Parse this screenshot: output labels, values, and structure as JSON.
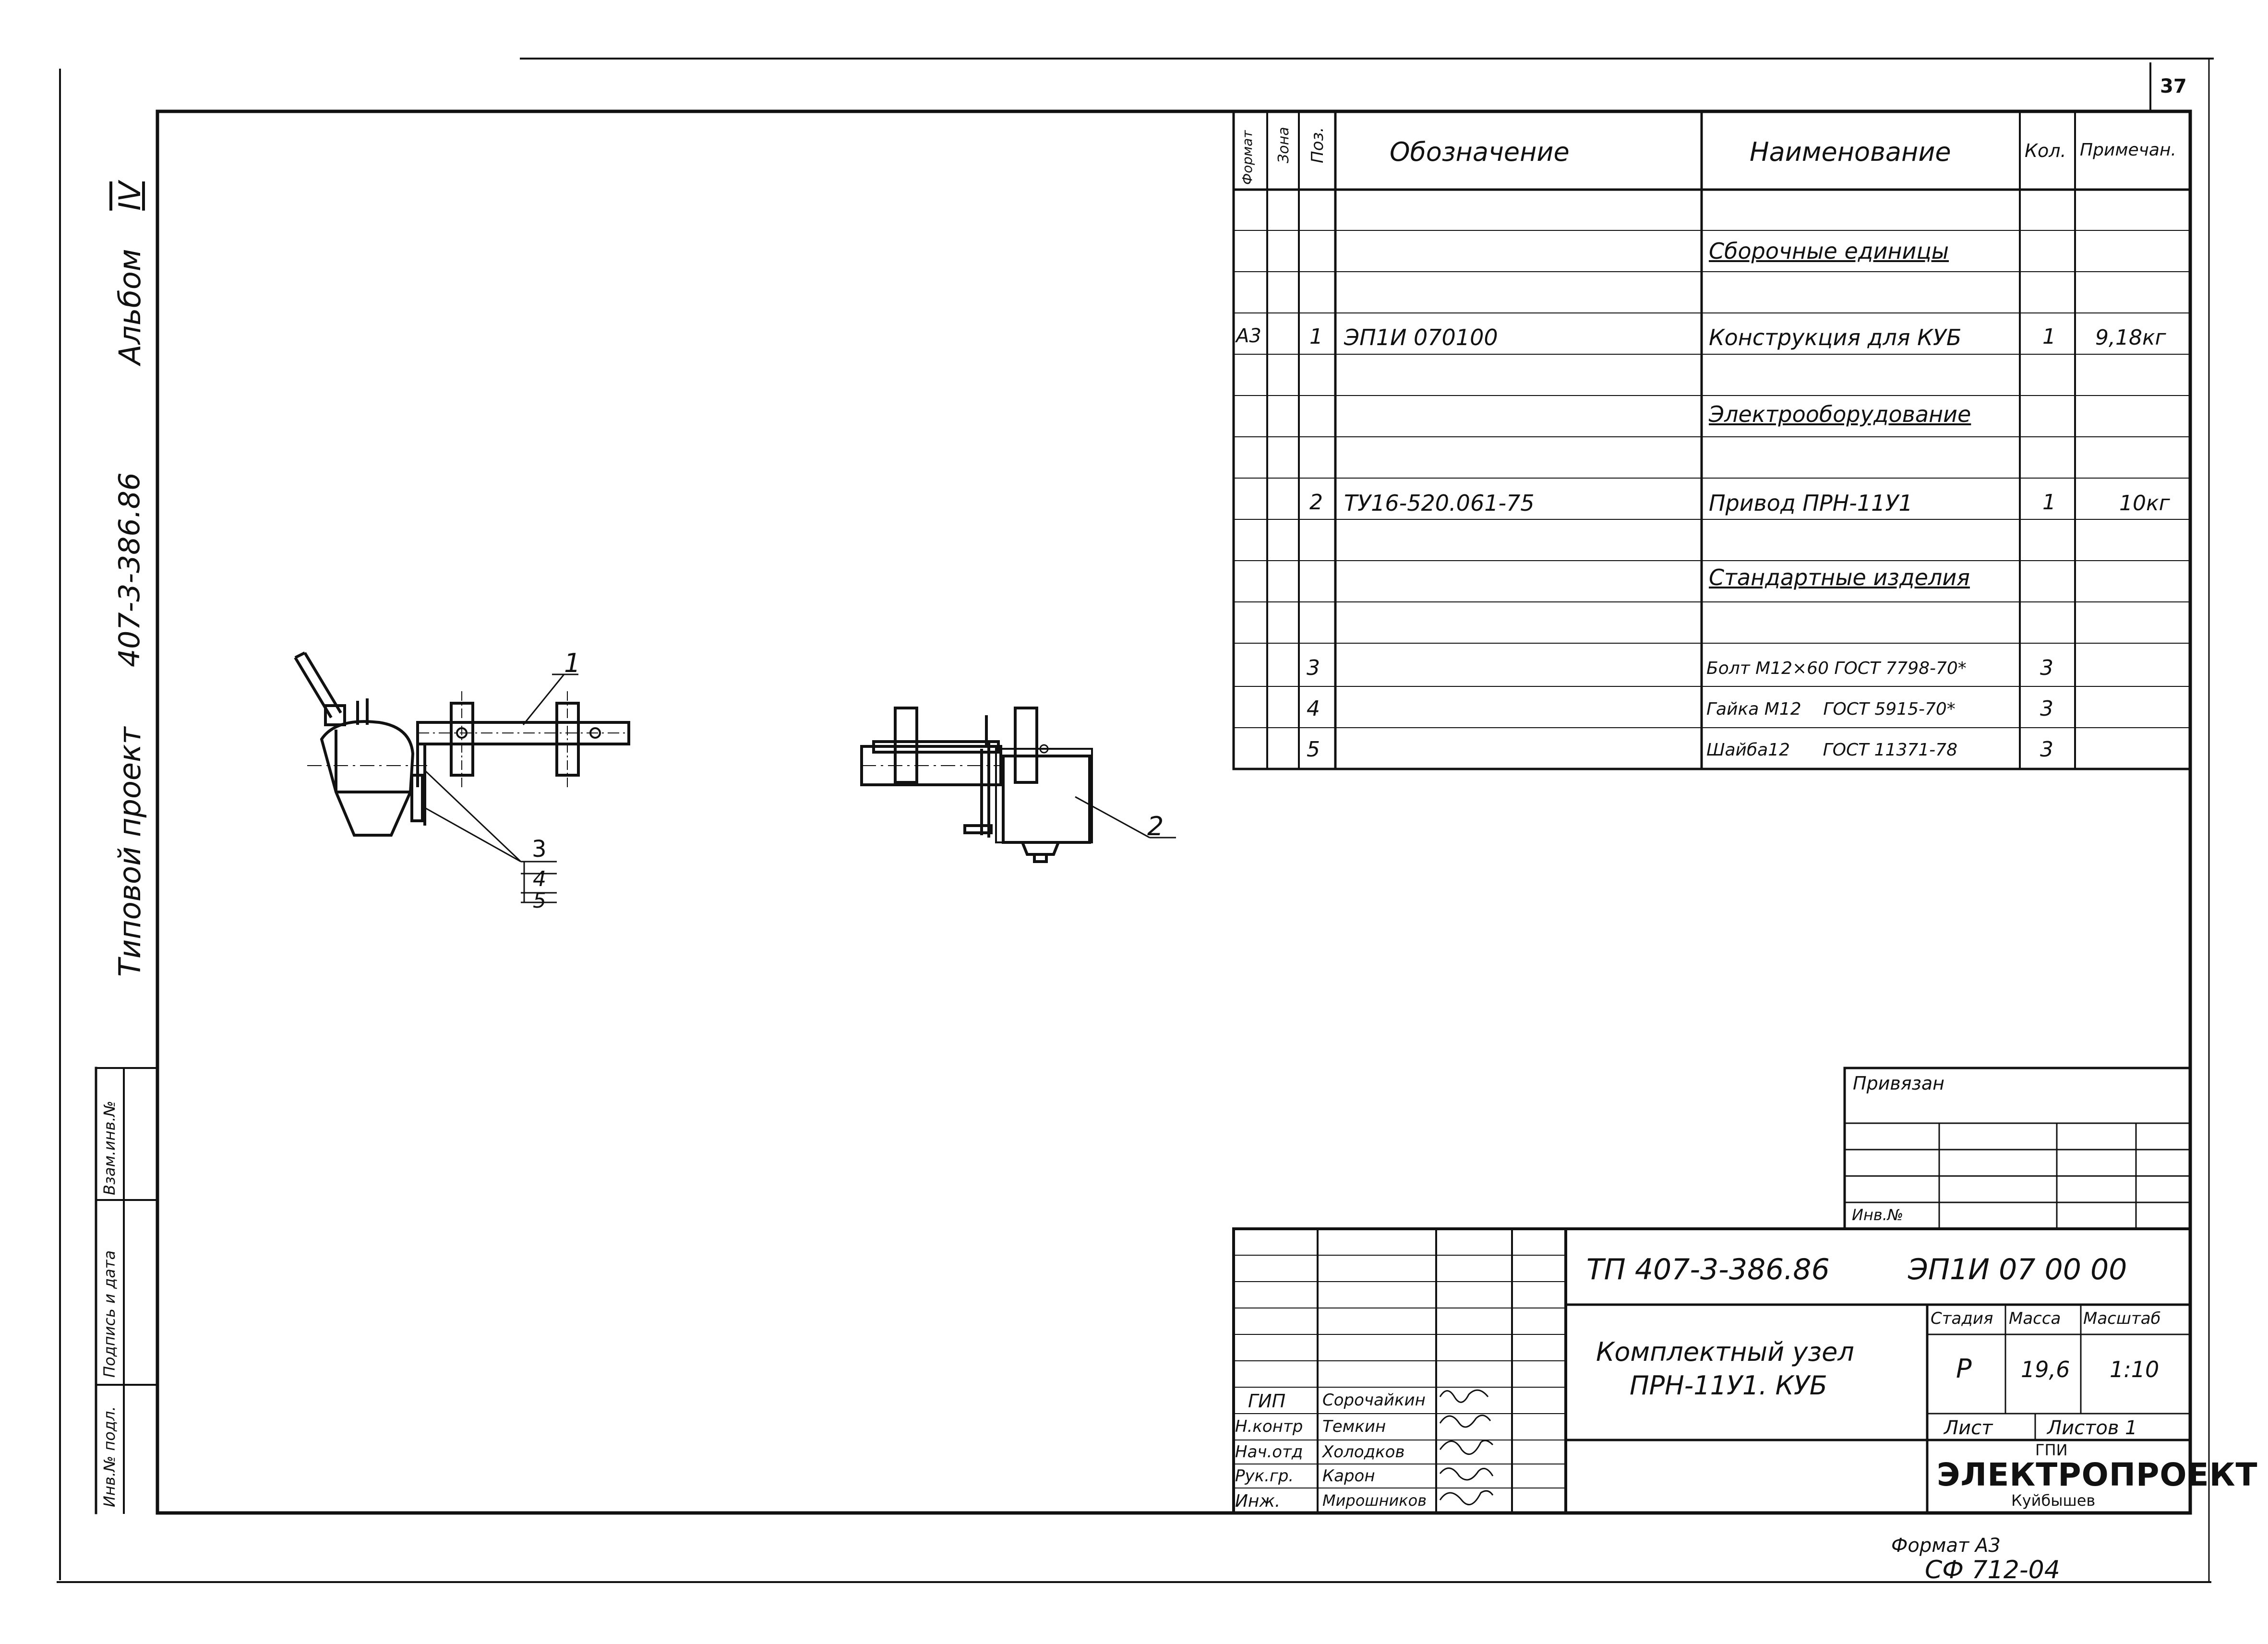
{
  "sheet_number": "37",
  "side_stamp": {
    "album": "Альбом",
    "album_number": "IV",
    "project_code": "407-3-386.86",
    "project_type": "Типовой проект",
    "field_inv_orig": "Инв.№ подл.",
    "field_sign_date": "Подпись и дата",
    "field_replace_inv": "Взам.инв.№"
  },
  "spec_table": {
    "headers": {
      "format": "Формат",
      "zone": "Зона",
      "pos": "Поз.",
      "designation": "Обозначение",
      "name": "Наименование",
      "qty": "Кол.",
      "note": "Примечан."
    },
    "rows": [
      {
        "format": "",
        "pos": "",
        "designation": "",
        "name": "Сборочные единицы",
        "qty": "",
        "note": "",
        "section": true
      },
      {
        "format": "A3",
        "pos": "1",
        "designation": "ЭП1И 070100",
        "name": "Конструкция для КУБ",
        "qty": "1",
        "note": "9,18кг",
        "section": false
      },
      {
        "format": "",
        "pos": "",
        "designation": "",
        "name": "Электрооборудование",
        "qty": "",
        "note": "",
        "section": true
      },
      {
        "format": "",
        "pos": "2",
        "designation": "ТУ16-520.061-75",
        "name": "Привод ПРН-11У1",
        "qty": "1",
        "note": "10кг",
        "section": false
      },
      {
        "format": "",
        "pos": "",
        "designation": "",
        "name": "Стандартные изделия",
        "qty": "",
        "note": "",
        "section": true
      },
      {
        "format": "",
        "pos": "3",
        "designation": "",
        "name": "Болт М12×60 ГОСТ 7798-70*",
        "qty": "3",
        "note": "",
        "section": false
      },
      {
        "format": "",
        "pos": "4",
        "designation": "",
        "name": "Гайка М12    ГОСТ 5915-70*",
        "qty": "3",
        "note": "",
        "section": false
      },
      {
        "format": "",
        "pos": "5",
        "designation": "",
        "name": "Шайба12      ГОСТ 11371-78",
        "qty": "3",
        "note": "",
        "section": false
      }
    ]
  },
  "drawing": {
    "callout_1": "1",
    "callout_2": "2",
    "callout_3": "3",
    "callout_4": "4",
    "callout_5": "5"
  },
  "attached": {
    "title": "Привязан",
    "inv": "Инв.№"
  },
  "title_block": {
    "document_code": "ТП 407-3-386.86",
    "drawing_code": "ЭП1И 07 00 00",
    "title_line1": "Комплектный узел",
    "title_line2": "ПРН-11У1. КУБ",
    "stage_label": "Стадия",
    "mass_label": "Масса",
    "scale_label": "Масштаб",
    "stage": "Р",
    "mass": "19,6",
    "scale": "1:10",
    "sheet_label": "Лист",
    "sheets_label": "Листов 1",
    "org_line1": "ГПИ",
    "org_line2": "ЭЛЕКТРОПРОЕКТ",
    "org_line3": "Куйбышев",
    "signatures": [
      {
        "role": "ГИП",
        "name": "Сорочайкин"
      },
      {
        "role": "Н.контр",
        "name": "Темкин"
      },
      {
        "role": "Нач.отд",
        "name": "Холодков"
      },
      {
        "role": "Рук.гр.",
        "name": "Карон"
      },
      {
        "role": "Инж.",
        "name": "Мирошников"
      }
    ]
  },
  "footer": {
    "format": "Формат А3",
    "sf_code": "СФ 712-04"
  }
}
